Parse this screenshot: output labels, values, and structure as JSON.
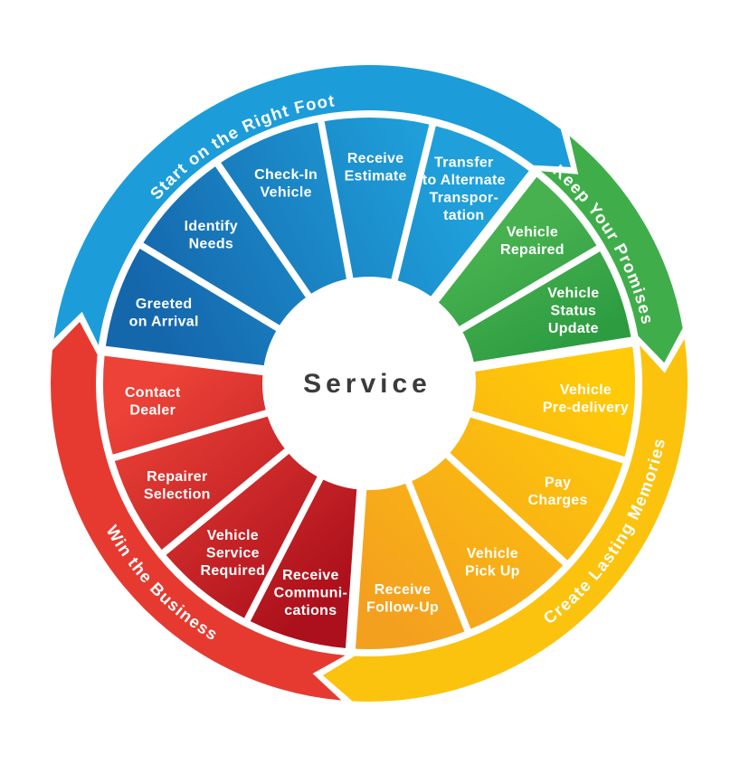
{
  "center": {
    "label": "Service",
    "text_color": "#3b3b3b",
    "circle_color": "#ffffff"
  },
  "wheel": {
    "background": "#ffffff",
    "flow": "clockwise",
    "quadrants": [
      {
        "id": "start-on-the-right-foot",
        "label": "Start on the Right Foot",
        "position": "top-left",
        "band_color": "#1c9dd9",
        "wedge_color_from": "#1567ac",
        "wedge_color_to": "#1fa0db",
        "start_angle": 277,
        "end_angle": 398,
        "gradient_from_angle": 288,
        "gradient_to_angle": 380,
        "label_center_angle": 332,
        "label_flipped": false,
        "segments": [
          {
            "label": "Greeted on Arrival",
            "lines": [
              "Greeted",
              "on Arrival"
            ]
          },
          {
            "label": "Identify Needs",
            "lines": [
              "Identify",
              "Needs"
            ]
          },
          {
            "label": "Check-In Vehicle",
            "lines": [
              "Check-In",
              "Vehicle"
            ]
          },
          {
            "label": "Receive Estimate",
            "lines": [
              "Receive",
              "Estimate"
            ]
          },
          {
            "label": "Transfer to Alternate Transportation",
            "lines": [
              "Transfer",
              "to Alternate",
              "Transpor-",
              "tation"
            ]
          }
        ]
      },
      {
        "id": "keep-your-promises",
        "label": "Keep Your Promises",
        "position": "top-right",
        "band_color": "#3fae4a",
        "wedge_color_from": "#47b14f",
        "wedge_color_to": "#2d9c41",
        "start_angle": 38,
        "end_angle": 81,
        "gradient_from_angle": 45,
        "gradient_to_angle": 78,
        "label_center_angle": 59.5,
        "label_flipped": false,
        "segments": [
          {
            "label": "Vehicle Repaired",
            "lines": [
              "Vehicle",
              "Repaired"
            ]
          },
          {
            "label": "Vehicle Status Update",
            "lines": [
              "Vehicle",
              "Status",
              "Update"
            ]
          }
        ]
      },
      {
        "id": "create-lasting-memories",
        "label": "Create Lasting Memories",
        "position": "bottom-right",
        "band_color": "#fcc30e",
        "wedge_color_from": "#ffca08",
        "wedge_color_to": "#f4a01f",
        "start_angle": 81,
        "end_angle": 184,
        "gradient_from_angle": 88,
        "gradient_to_angle": 178,
        "label_center_angle": 122,
        "label_flipped": true,
        "segments": [
          {
            "label": "Vehicle Pre-delivery",
            "lines": [
              "Vehicle",
              "Pre-delivery"
            ]
          },
          {
            "label": "Pay Charges",
            "lines": [
              "Pay",
              "Charges"
            ]
          },
          {
            "label": "Vehicle Pick Up",
            "lines": [
              "Vehicle",
              "Pick Up"
            ]
          },
          {
            "label": "Receive Follow-Up",
            "lines": [
              "Receive",
              "Follow-Up"
            ]
          }
        ]
      },
      {
        "id": "win-the-business",
        "label": "Win the Business",
        "position": "bottom-left",
        "band_color": "#e63a30",
        "wedge_color_from": "#ec4237",
        "wedge_color_to": "#ac101c",
        "start_angle": 184,
        "end_angle": 277,
        "gradient_from_angle": 268,
        "gradient_to_angle": 192,
        "label_center_angle": 226,
        "label_flipped": true,
        "segments": [
          {
            "label": "Receive Communications",
            "lines": [
              "Receive",
              "Communi-",
              "cations"
            ]
          },
          {
            "label": "Vehicle Service Required",
            "lines": [
              "Vehicle",
              "Service",
              "Required"
            ]
          },
          {
            "label": "Repairer Selection",
            "lines": [
              "Repairer",
              "Selection"
            ]
          },
          {
            "label": "Contact Dealer",
            "lines": [
              "Contact",
              "Dealer"
            ]
          }
        ]
      }
    ]
  }
}
